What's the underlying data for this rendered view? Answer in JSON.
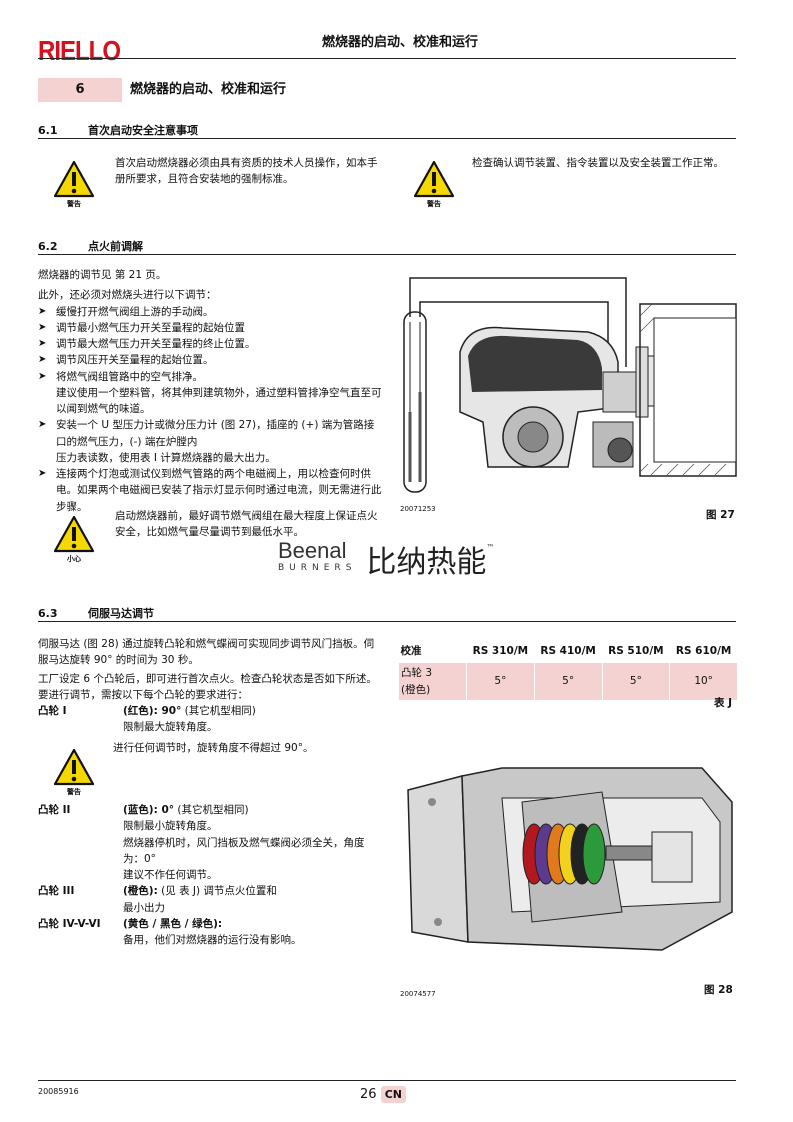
{
  "header": {
    "logo": "RIELLO",
    "title": "燃烧器的启动、校准和运行"
  },
  "section": {
    "number": "6",
    "title": "燃烧器的启动、校准和运行"
  },
  "s61": {
    "number": "6.1",
    "title": "首次启动安全注意事项",
    "warn_label": "警告",
    "left_text": "首次启动燃烧器必须由具有资质的技术人员操作，如本手册所要求，且符合安装地的强制标准。",
    "right_text": "检查确认调节装置、指令装置以及安全装置工作正常。"
  },
  "s62": {
    "number": "6.2",
    "title": "点火前调解",
    "p1": "燃烧器的调节见 第 21 页。",
    "p2": "此外，还必须对燃烧头进行以下调节：",
    "bullets": [
      "缓慢打开燃气阀组上游的手动阀。",
      "调节最小燃气压力开关至量程的起始位置",
      "调节最大燃气压力开关至量程的终止位置。",
      "调节风压开关至量程的起始位置。",
      "将燃气阀组管路中的空气排净。"
    ],
    "b5_cont": "建议使用一个塑料管，将其伸到建筑物外，通过塑料管排净空气直至可以闻到燃气的味道。",
    "b6": "安装一个 U 型压力计或微分压力计 (图 27)，插座的 (+) 端为管路接口的燃气压力，(-) 端在炉膛内",
    "b6_cont": "压力表读数，使用表 I 计算燃烧器的最大出力。",
    "b7": "连接两个灯泡或测试仪到燃气管路的两个电磁阀上，用以检查何时供电。如果两个电磁阀已安装了指示灯显示何时通过电流，则无需进行此步骤。",
    "caution_label": "小心",
    "caution_text": "启动燃烧器前，最好调节燃气阀组在最大程度上保证点火安全，比如燃气量尽量调节到最低水平。",
    "fig_code": "20071253",
    "fig_label": "图 27"
  },
  "watermark": {
    "en": "Beenal",
    "sub": "BURNERS",
    "cn": "比纳热能",
    "tm": "™"
  },
  "s63": {
    "number": "6.3",
    "title": "伺服马达调节",
    "p1": "伺服马达 (图 28) 通过旋转凸轮和燃气蝶阀可实现同步调节风门挡板。伺服马达旋转 90° 的时间为 30 秒。",
    "p2": "工厂设定 6 个凸轮后，即可进行首次点火。检查凸轮状态是否如下所述。要进行调节，需按以下每个凸轮的要求进行：",
    "cam1_k": "凸轮 I",
    "cam1_v_b": "(红色): 90°",
    "cam1_v": " (其它机型相同)",
    "cam1_l2": "限制最大旋转角度。",
    "cam1_l3": "进行任何调节时，旋转角度不得超过 90°。",
    "warn_label": "警告",
    "cam2_k": "凸轮 II",
    "cam2_v_b": "(蓝色): 0°",
    "cam2_v": " (其它机型相同)",
    "cam2_l2": "限制最小旋转角度。",
    "cam2_l3": "燃烧器停机时，风门挡板及燃气蝶阀必须全关，角度为：0°",
    "cam2_l4": "建议不作任何调节。",
    "cam3_k": "凸轮 III",
    "cam3_v_b": "(橙色):",
    "cam3_v": " (见 表 J) 调节点火位置和",
    "cam3_l2": "最小出力",
    "cam4_k": "凸轮 IV-V-VI",
    "cam4_v_b": "(黄色 / 黑色 / 绿色):",
    "cam4_l2": "备用，他们对燃烧器的运行没有影响。"
  },
  "table_j": {
    "headers": [
      "校准",
      "RS 310/M",
      "RS 410/M",
      "RS 510/M",
      "RS 610/M"
    ],
    "row_label": "凸轮 3\n(橙色)",
    "row_label_1": "凸轮 3",
    "row_label_2": "(橙色)",
    "values": [
      "5°",
      "5°",
      "5°",
      "10°"
    ],
    "caption": "表 J"
  },
  "fig28": {
    "code": "20074577",
    "label": "图 28"
  },
  "footer": {
    "code": "20085916",
    "page": "26",
    "lang": "CN"
  },
  "colors": {
    "brand": "#d8101e",
    "highlight": "#f4d2d2",
    "warning": "#f5d800"
  }
}
